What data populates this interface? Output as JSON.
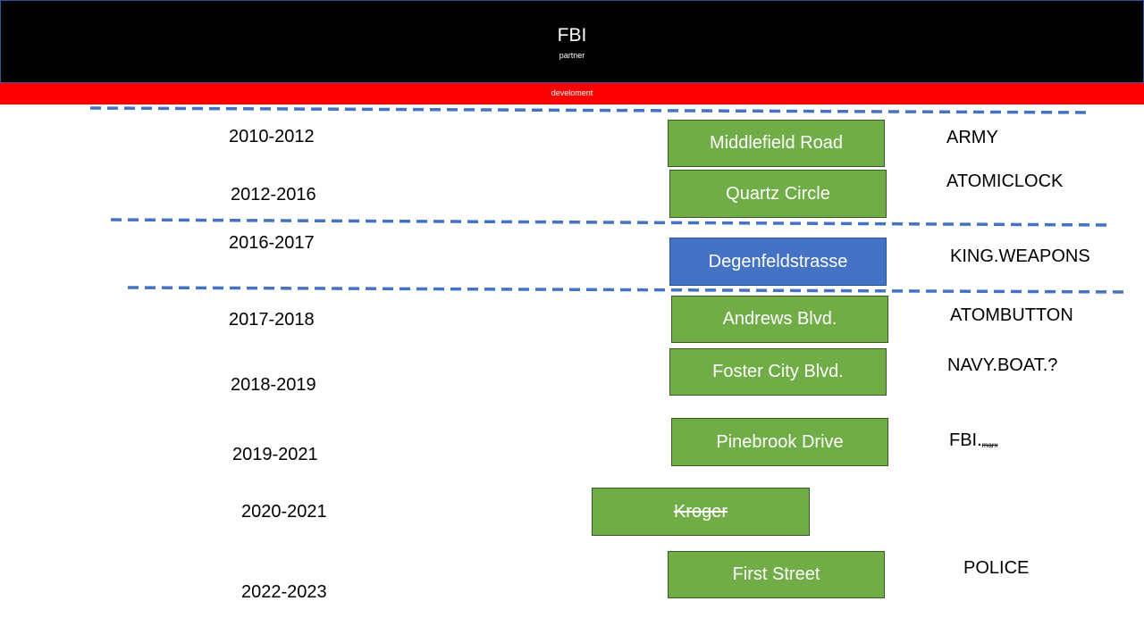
{
  "header": {
    "title": "FBI",
    "subtitle": "partner",
    "band_label": "develoment",
    "colors": {
      "header_bg": "#000000",
      "band_bg": "#ff0000",
      "text": "#ffffff"
    }
  },
  "colors": {
    "green": "#70ad47",
    "blue": "#4472c4",
    "divider": "#4472c4"
  },
  "entries": [
    {
      "years": "2010-2012",
      "location": "Middlefield Road",
      "tag": "ARMY"
    },
    {
      "years": "2012-2016",
      "location": "Quartz Circle",
      "tag": "ATOMICLOCK"
    },
    {
      "years": "2016-2017",
      "location": "Degenfeldstrasse",
      "tag": "KING.WEAPONS"
    },
    {
      "years": "2017-2018",
      "location": "Andrews Blvd.",
      "tag": "ATOMBUTTON"
    },
    {
      "years": "2018-2019",
      "location": "Foster City Blvd.",
      "tag": "NAVY.BOAT.?"
    },
    {
      "years": "2019-2021",
      "location": "Pinebrook Drive",
      "tag": "FBI.",
      "tag_note": "marx"
    },
    {
      "years": "2020-2021",
      "location": "Kroger",
      "tag": ""
    },
    {
      "years": "2022-2023",
      "location": "First Street",
      "tag": "POLICE"
    }
  ]
}
